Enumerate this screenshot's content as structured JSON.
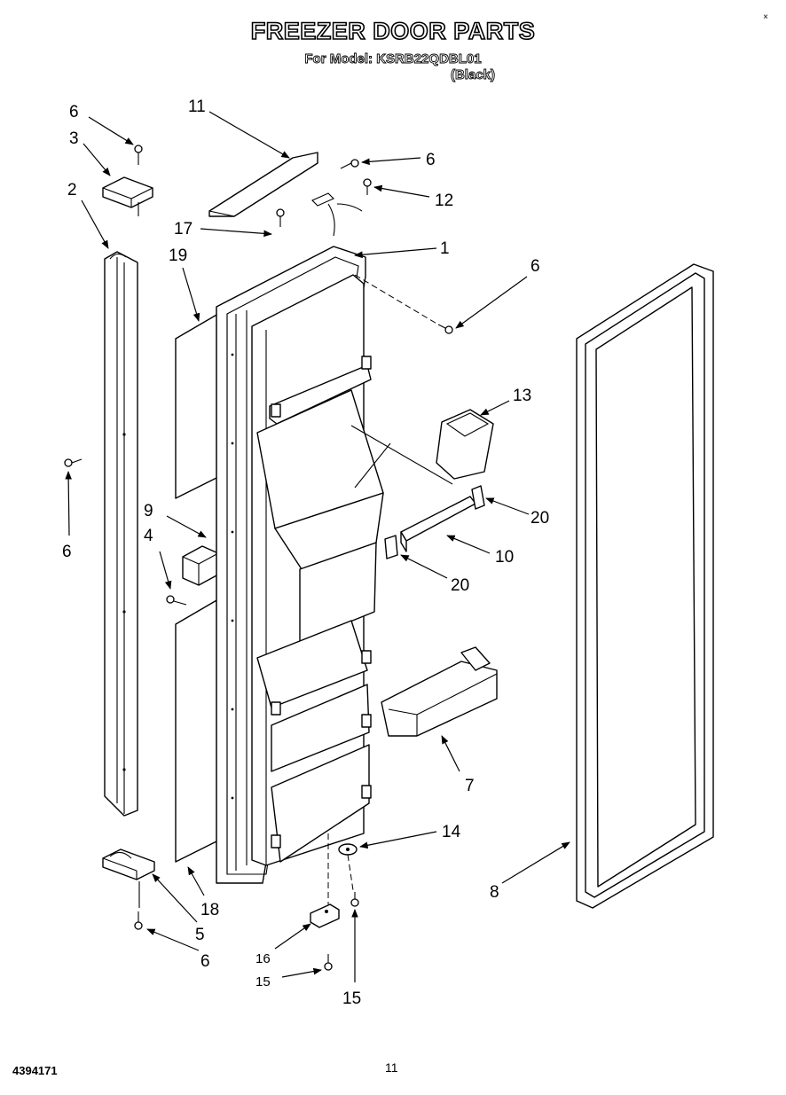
{
  "header": {
    "title": "FREEZER DOOR PARTS",
    "model_line": "For Model: KSRB22QDBL01",
    "color_line": "(Black)"
  },
  "corner_mark": "×",
  "footer": {
    "document_code": "4394171",
    "page_number": "11"
  },
  "callouts": {
    "c1": "1",
    "c2": "2",
    "c3": "3",
    "c4": "4",
    "c5": "5",
    "c6a": "6",
    "c6b": "6",
    "c6c": "6",
    "c6d": "6",
    "c6e": "6",
    "c7": "7",
    "c8": "8",
    "c9": "9",
    "c10": "10",
    "c11": "11",
    "c12": "12",
    "c13": "13",
    "c14": "14",
    "c15a": "15",
    "c15b": "15",
    "c16": "16",
    "c17": "17",
    "c18": "18",
    "c19": "19",
    "c20a": "20",
    "c20b": "20"
  }
}
